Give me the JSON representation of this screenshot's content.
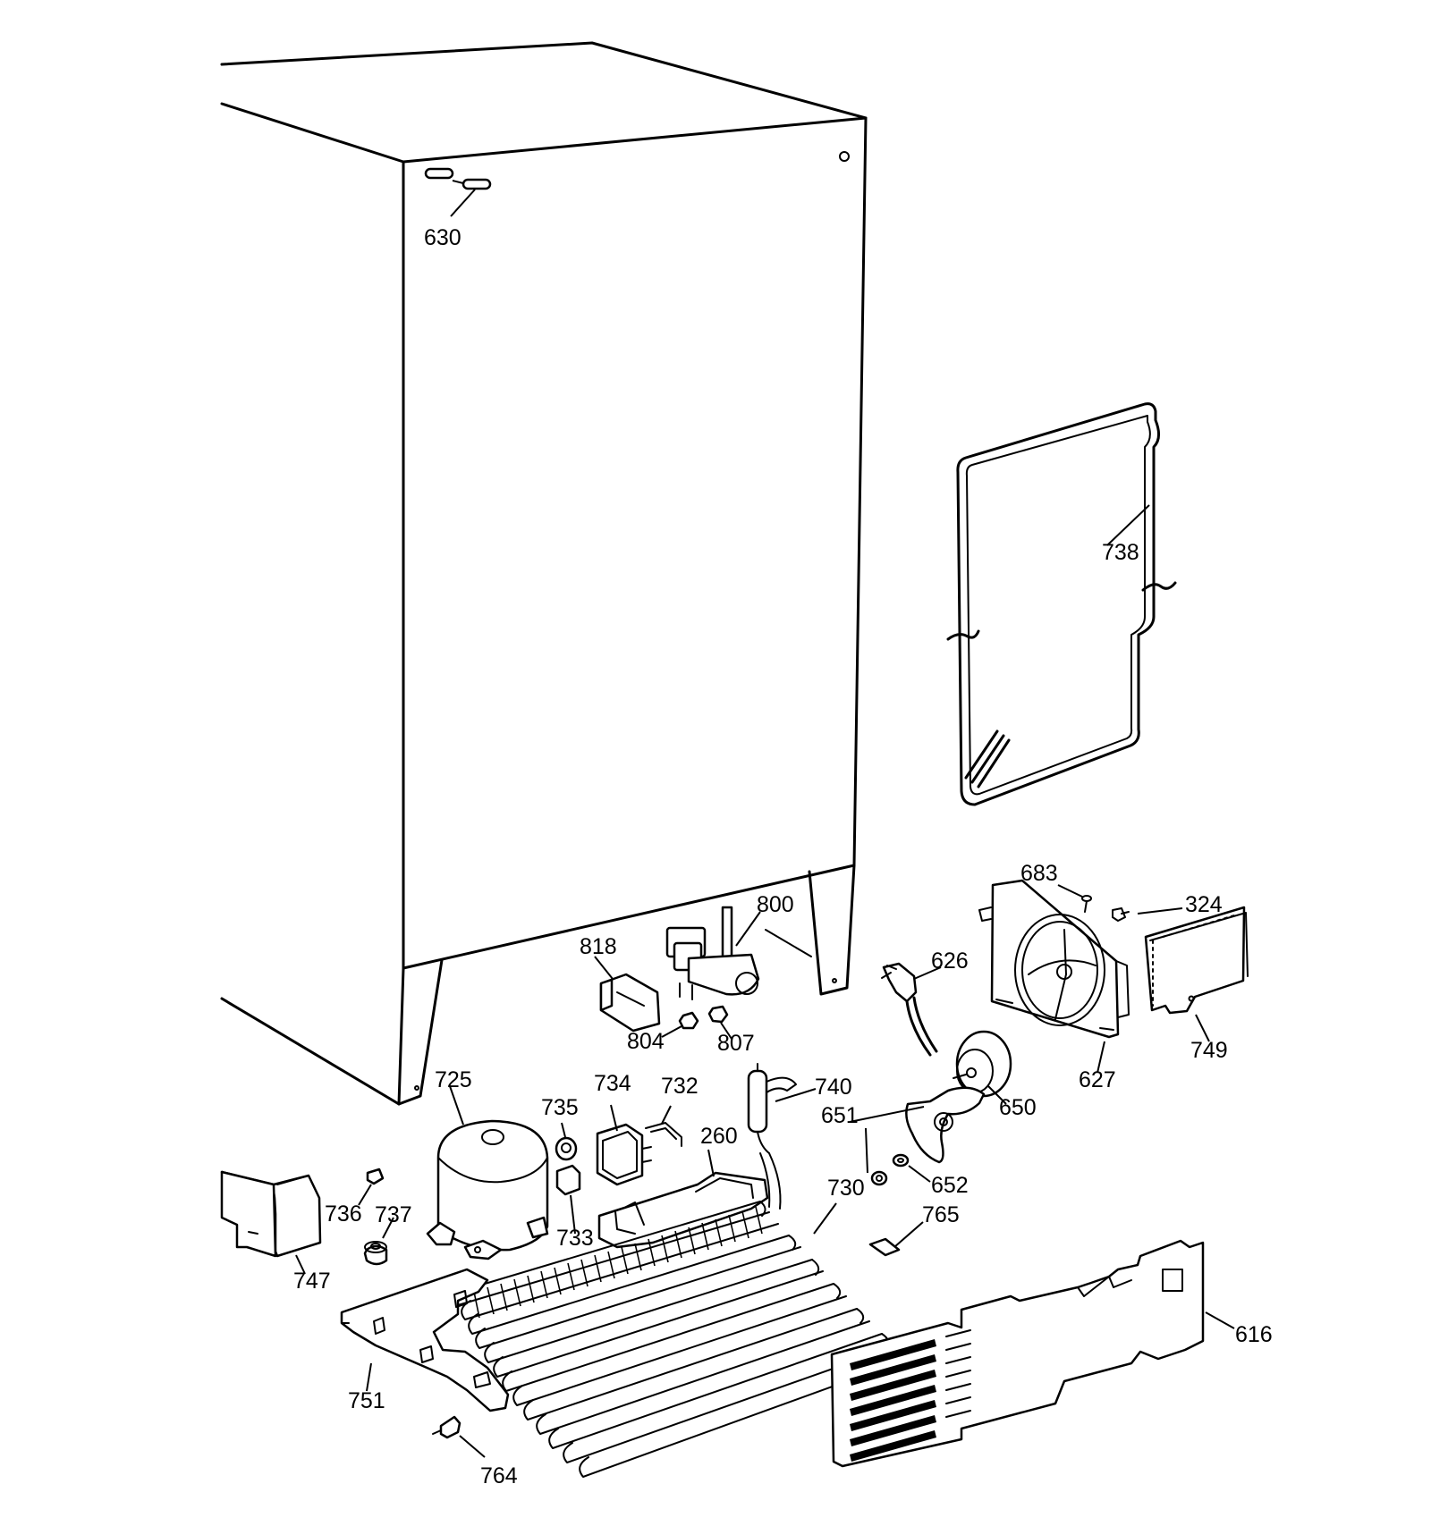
{
  "callouts": [
    {
      "id": "630",
      "label": "630",
      "part": "side-panel-plugs"
    },
    {
      "id": "738",
      "label": "738",
      "part": "heater-loop"
    },
    {
      "id": "683",
      "label": "683",
      "part": "screw"
    },
    {
      "id": "324",
      "label": "324",
      "part": "screw"
    },
    {
      "id": "800",
      "label": "800",
      "part": "water-valve"
    },
    {
      "id": "818",
      "label": "818",
      "part": "bracket"
    },
    {
      "id": "626",
      "label": "626",
      "part": "power-cord"
    },
    {
      "id": "804",
      "label": "804",
      "part": "nut"
    },
    {
      "id": "807",
      "label": "807",
      "part": "nut"
    },
    {
      "id": "627",
      "label": "627",
      "part": "fan-shroud"
    },
    {
      "id": "749",
      "label": "749",
      "part": "cover-plate"
    },
    {
      "id": "725",
      "label": "725",
      "part": "compressor"
    },
    {
      "id": "734",
      "label": "734",
      "part": "relay"
    },
    {
      "id": "732",
      "label": "732",
      "part": "clip"
    },
    {
      "id": "740",
      "label": "740",
      "part": "dryer"
    },
    {
      "id": "650",
      "label": "650",
      "part": "fan-motor"
    },
    {
      "id": "735",
      "label": "735",
      "part": "grommet"
    },
    {
      "id": "651",
      "label": "651",
      "part": "fan-blade"
    },
    {
      "id": "260",
      "label": "260",
      "part": "drain-pan"
    },
    {
      "id": "652",
      "label": "652",
      "part": "washer"
    },
    {
      "id": "730",
      "label": "730",
      "part": "condenser"
    },
    {
      "id": "736",
      "label": "736",
      "part": "clip"
    },
    {
      "id": "737",
      "label": "737",
      "part": "grommet"
    },
    {
      "id": "733",
      "label": "733",
      "part": "overload"
    },
    {
      "id": "765",
      "label": "765",
      "part": "clamp"
    },
    {
      "id": "747",
      "label": "747",
      "part": "cover"
    },
    {
      "id": "616",
      "label": "616",
      "part": "grille"
    },
    {
      "id": "751",
      "label": "751",
      "part": "base-plate"
    },
    {
      "id": "764",
      "label": "764",
      "part": "clip"
    }
  ]
}
